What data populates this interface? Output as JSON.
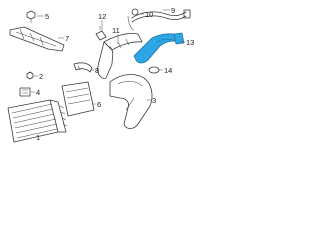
{
  "diagram": {
    "highlight_color": "#2ea6e6",
    "line_color": "#3a3a3a",
    "callouts": [
      {
        "id": "c1",
        "label": "1"
      },
      {
        "id": "c2",
        "label": "2"
      },
      {
        "id": "c3",
        "label": "3"
      },
      {
        "id": "c4",
        "label": "4"
      },
      {
        "id": "c5",
        "label": "5"
      },
      {
        "id": "c6",
        "label": "6"
      },
      {
        "id": "c7",
        "label": "7"
      },
      {
        "id": "c8",
        "label": "8"
      },
      {
        "id": "c9",
        "label": "9"
      },
      {
        "id": "c10",
        "label": "10"
      },
      {
        "id": "c11",
        "label": "11"
      },
      {
        "id": "c12",
        "label": "12"
      },
      {
        "id": "c13",
        "label": "13"
      },
      {
        "id": "c14",
        "label": "14"
      }
    ]
  }
}
